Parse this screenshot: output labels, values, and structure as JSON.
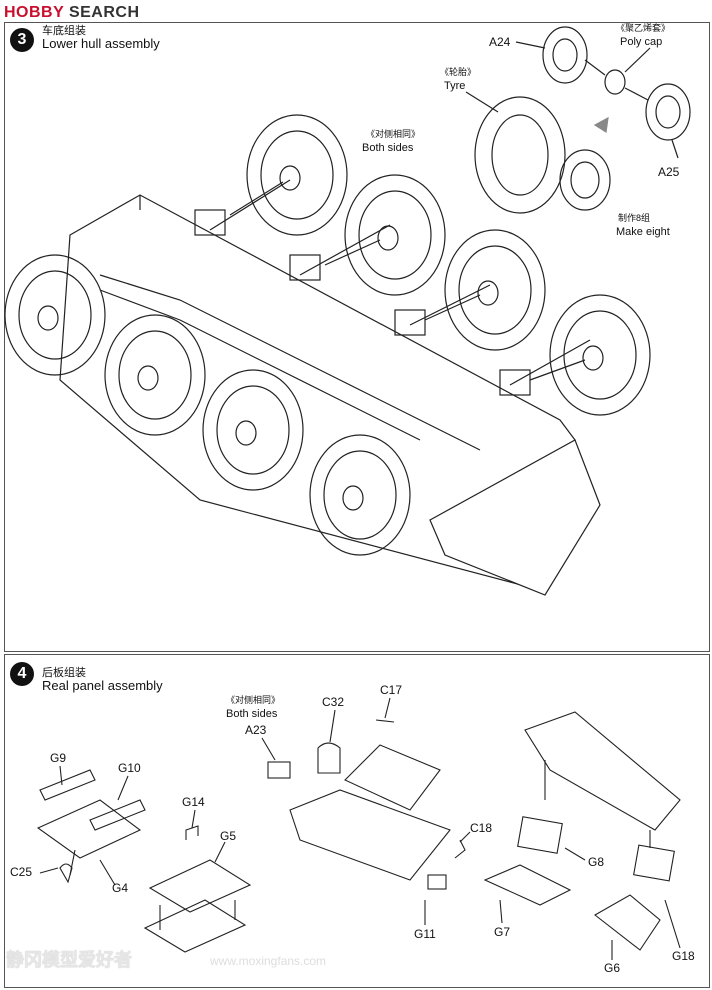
{
  "brand": {
    "part1": "HOBBY",
    "part2": "SEARCH"
  },
  "step3": {
    "number": "3",
    "title_cn": "车底组装",
    "title_en": "Lower hull assembly",
    "labels": {
      "a24": "A24",
      "polycap_cn": "《聚乙烯套》",
      "polycap_en": "Poly cap",
      "tyre_cn": "《轮胎》",
      "tyre_en": "Tyre",
      "bothsides_cn": "《对侧相同》",
      "bothsides_en": "Both sides",
      "a25": "A25",
      "makeeight_cn": "制作8组",
      "makeeight_en": "Make eight"
    }
  },
  "step4": {
    "number": "4",
    "title_cn": "后板组装",
    "title_en": "Real panel assembly",
    "labels": {
      "bothsides_cn": "《对侧相同》",
      "bothsides_en": "Both sides",
      "a23": "A23",
      "c32": "C32",
      "c17": "C17",
      "g9": "G9",
      "g10": "G10",
      "g14": "G14",
      "g5": "G5",
      "c25": "C25",
      "g4": "G4",
      "c18": "C18",
      "g8": "G8",
      "g11": "G11",
      "g7": "G7",
      "g6": "G6",
      "g18": "G18"
    }
  },
  "watermark": {
    "text": "静冈模型爱好者",
    "url": "www.moxingfans.com"
  }
}
